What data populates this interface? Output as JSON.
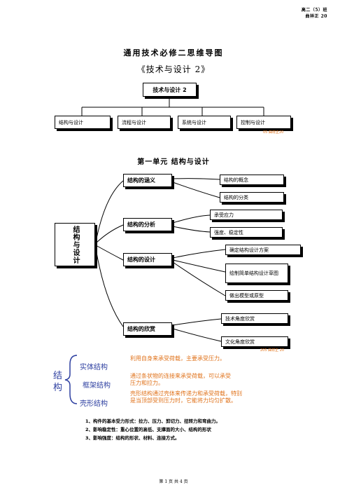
{
  "header": {
    "class_line": "高二（5）班",
    "name_line": "曲祥正 20"
  },
  "title": {
    "line1": "通用技术必修二思维导图",
    "line2": "《技术与设计 2》"
  },
  "top_chart": {
    "root": "技术与设计 2",
    "children": [
      "结构与设计",
      "流程与设计",
      "系统与设计",
      "控制与设计"
    ],
    "watermark": "05 曲祥正20"
  },
  "unit1": {
    "title": "第一单元  结构与设计",
    "root": "结构与设计",
    "branches": [
      {
        "label": "结构的涵义",
        "items": [
          "结构的概念",
          "结构的分类"
        ]
      },
      {
        "label": "结构的分析",
        "items": [
          "承受应力",
          "强度、稳定性"
        ]
      },
      {
        "label": "结构的设计",
        "items": [
          "确定结构设计方案",
          "绘制简单结构设计草图",
          "做出模型或原型"
        ]
      },
      {
        "label": "结构的欣赏",
        "items": [
          "技术角度欣赏",
          "文化角度欣赏"
        ]
      }
    ],
    "watermark": "205 曲祥正 20"
  },
  "structure_types": {
    "label": "结构",
    "types": [
      {
        "name": "实体结构",
        "desc": "利用自身来承受荷载，主要承受压力。"
      },
      {
        "name": "框架结构",
        "desc": "通过条状物的连接来承受荷载，可以承受压力和拉力。"
      },
      {
        "name": "壳形结构",
        "desc": "壳形结构通过壳体来传递力和承受荷载，特别是当顶部受到压力时，它能将力均匀扩散。"
      }
    ]
  },
  "notes": [
    "1、构件的基本受力形式：拉力、压力、剪切力、扭转力和弯曲力。",
    "2、影响稳定性：重心位置的高低、支撑面的大小、结构的形状",
    "3、影响强度：结构的形状、材料、连接方式。"
  ],
  "footer": "第 1 页 共 4 页"
}
